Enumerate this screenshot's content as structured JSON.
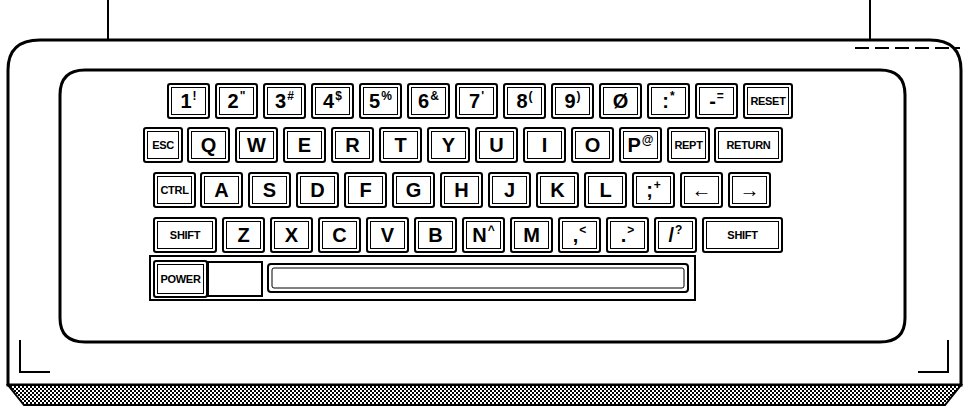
{
  "diagram": {
    "nodes": [
      {
        "text": [
          "1",
          "!"
        ]
      },
      {
        "text": [
          "2",
          "\""
        ]
      },
      {
        "text": [
          "3",
          "#"
        ]
      },
      {
        "text": [
          "4",
          "$"
        ]
      },
      {
        "text": [
          "5",
          "%"
        ]
      },
      {
        "text": [
          "6",
          "&"
        ]
      },
      {
        "text": [
          "7",
          "'"
        ]
      },
      {
        "text": [
          "8",
          "("
        ]
      },
      {
        "text": [
          "9",
          ")"
        ]
      },
      {
        "text": [
          "Ø"
        ]
      },
      {
        "text": [
          ":",
          "*"
        ]
      },
      {
        "text": [
          "-",
          "="
        ]
      },
      {
        "text": [
          "RESET"
        ]
      },
      {
        "text": [
          "ESC"
        ]
      },
      {
        "text": [
          "Q"
        ]
      },
      {
        "text": [
          "W"
        ]
      },
      {
        "text": [
          "E"
        ]
      },
      {
        "text": [
          "R"
        ]
      },
      {
        "text": [
          "T"
        ]
      },
      {
        "text": [
          "Y"
        ]
      },
      {
        "text": [
          "U"
        ]
      },
      {
        "text": [
          "I"
        ]
      },
      {
        "text": [
          "O"
        ]
      },
      {
        "text": [
          "P",
          "@"
        ]
      },
      {
        "text": [
          "REPT"
        ]
      },
      {
        "text": [
          "RETURN"
        ]
      },
      {
        "text": [
          "CTRL"
        ]
      },
      {
        "text": [
          "A"
        ]
      },
      {
        "text": [
          "S"
        ]
      },
      {
        "text": [
          "D"
        ]
      },
      {
        "text": [
          "F"
        ]
      },
      {
        "text": [
          "G"
        ]
      },
      {
        "text": [
          "H"
        ]
      },
      {
        "text": [
          "J"
        ]
      },
      {
        "text": [
          "K"
        ]
      },
      {
        "text": [
          "L"
        ]
      },
      {
        "text": [
          ";",
          "+"
        ]
      },
      {
        "text": [
          "←"
        ]
      },
      {
        "text": [
          "→"
        ]
      },
      {
        "text": [
          "SHIFT"
        ]
      },
      {
        "text": [
          "Z"
        ]
      },
      {
        "text": [
          "X"
        ]
      },
      {
        "text": [
          "C"
        ]
      },
      {
        "text": [
          "V"
        ]
      },
      {
        "text": [
          "B"
        ]
      },
      {
        "text": [
          "N",
          "^"
        ]
      },
      {
        "text": [
          "M"
        ]
      },
      {
        "text": [
          ",",
          "<"
        ]
      },
      {
        "text": [
          ".",
          ">"
        ]
      },
      {
        "text": [
          "/",
          "?"
        ]
      },
      {
        "text": [
          "SHIFT"
        ]
      },
      {
        "text": [
          "POWER"
        ]
      }
    ]
  }
}
